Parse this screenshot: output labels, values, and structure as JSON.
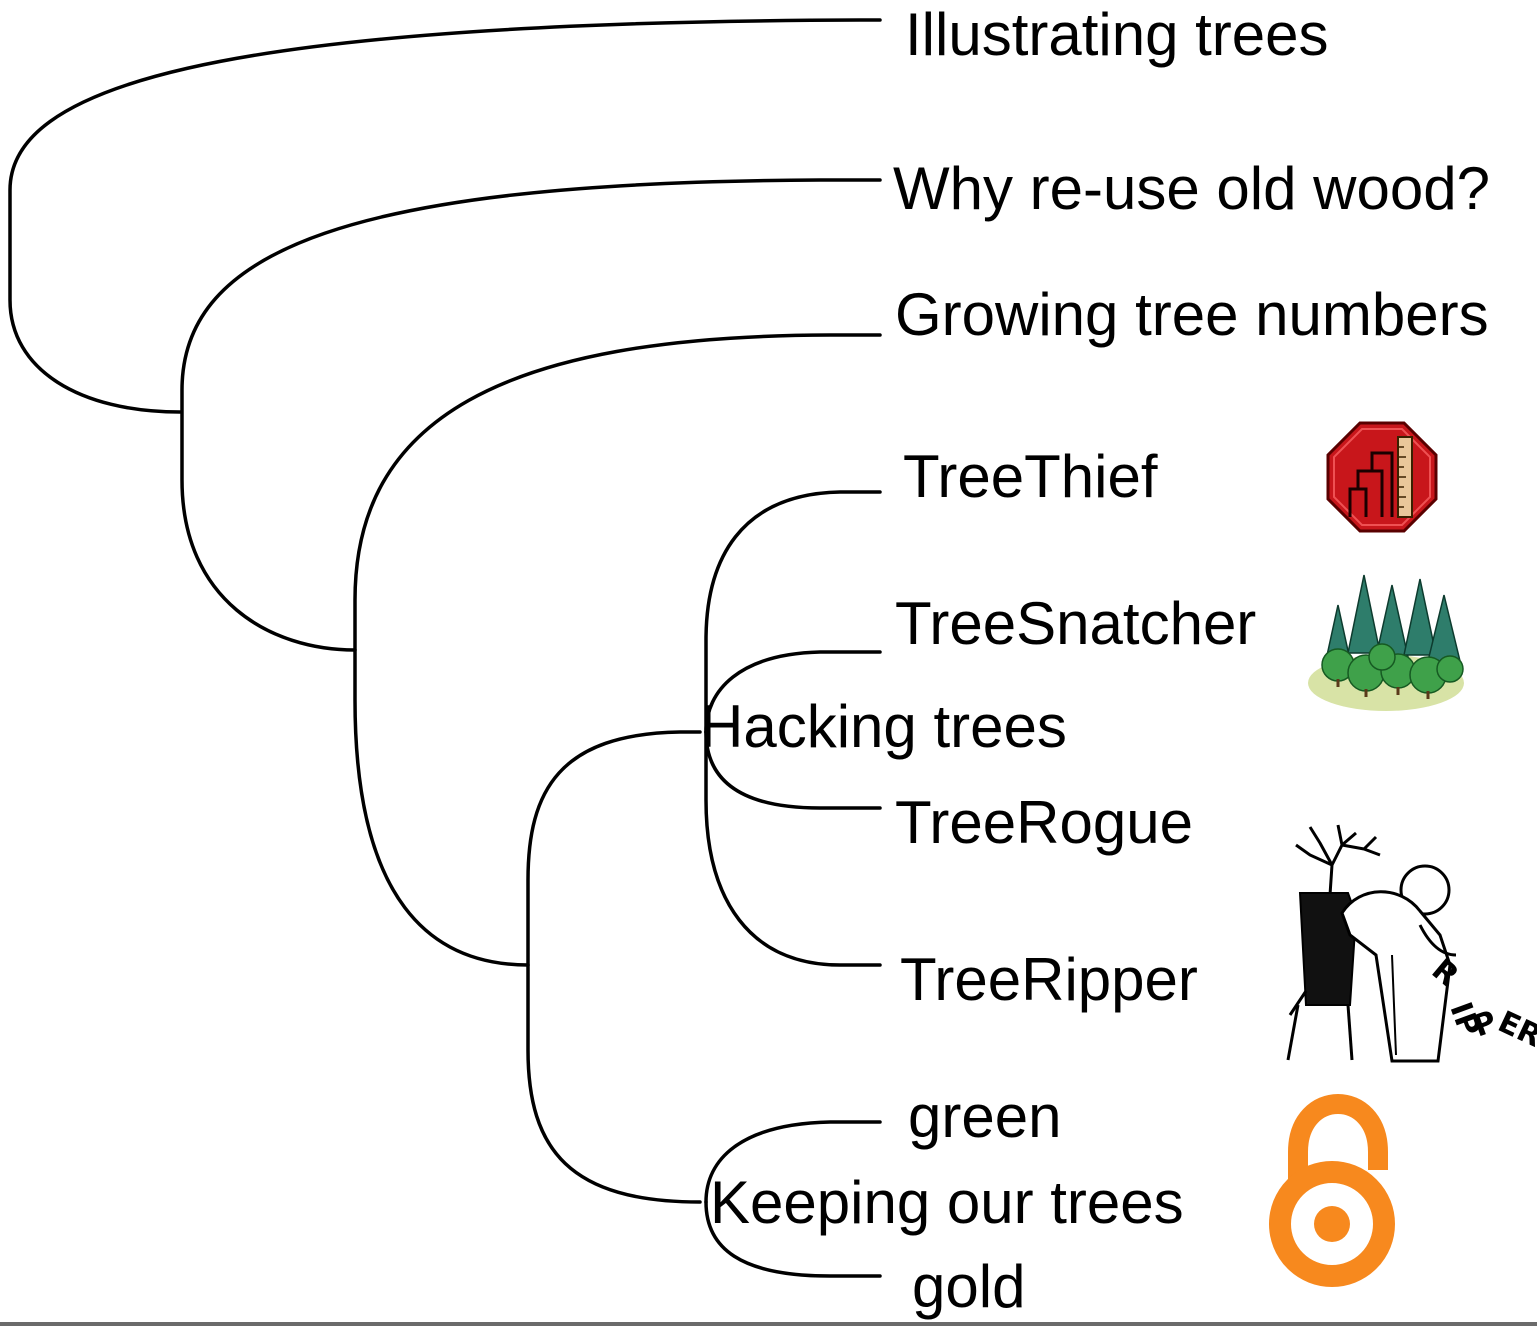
{
  "tree": {
    "leaves": [
      {
        "id": "illustrating",
        "label": "Illustrating trees"
      },
      {
        "id": "why-reuse",
        "label": "Why re-use old wood?"
      },
      {
        "id": "growing",
        "label": "Growing tree numbers"
      },
      {
        "id": "treethief",
        "label": "TreeThief",
        "icon": "stop-sign-ruler-icon"
      },
      {
        "id": "treesnatcher",
        "label": "TreeSnatcher",
        "icon": "forest-icon"
      },
      {
        "id": "treerogue",
        "label": "TreeRogue"
      },
      {
        "id": "treeripper",
        "label": "TreeRipper",
        "icon": "scientist-chipper-illustration"
      },
      {
        "id": "green",
        "label": "green"
      },
      {
        "id": "gold",
        "label": "gold",
        "icon": "open-access-lock-icon"
      }
    ],
    "internal_labels": {
      "hacking": "Hacking trees",
      "keeping": "Keeping our trees"
    }
  },
  "colors": {
    "line": "#000000",
    "treethief_red": "#c8161b",
    "open_access_orange": "#f7891e",
    "forest_green": "#2e8b4a"
  }
}
